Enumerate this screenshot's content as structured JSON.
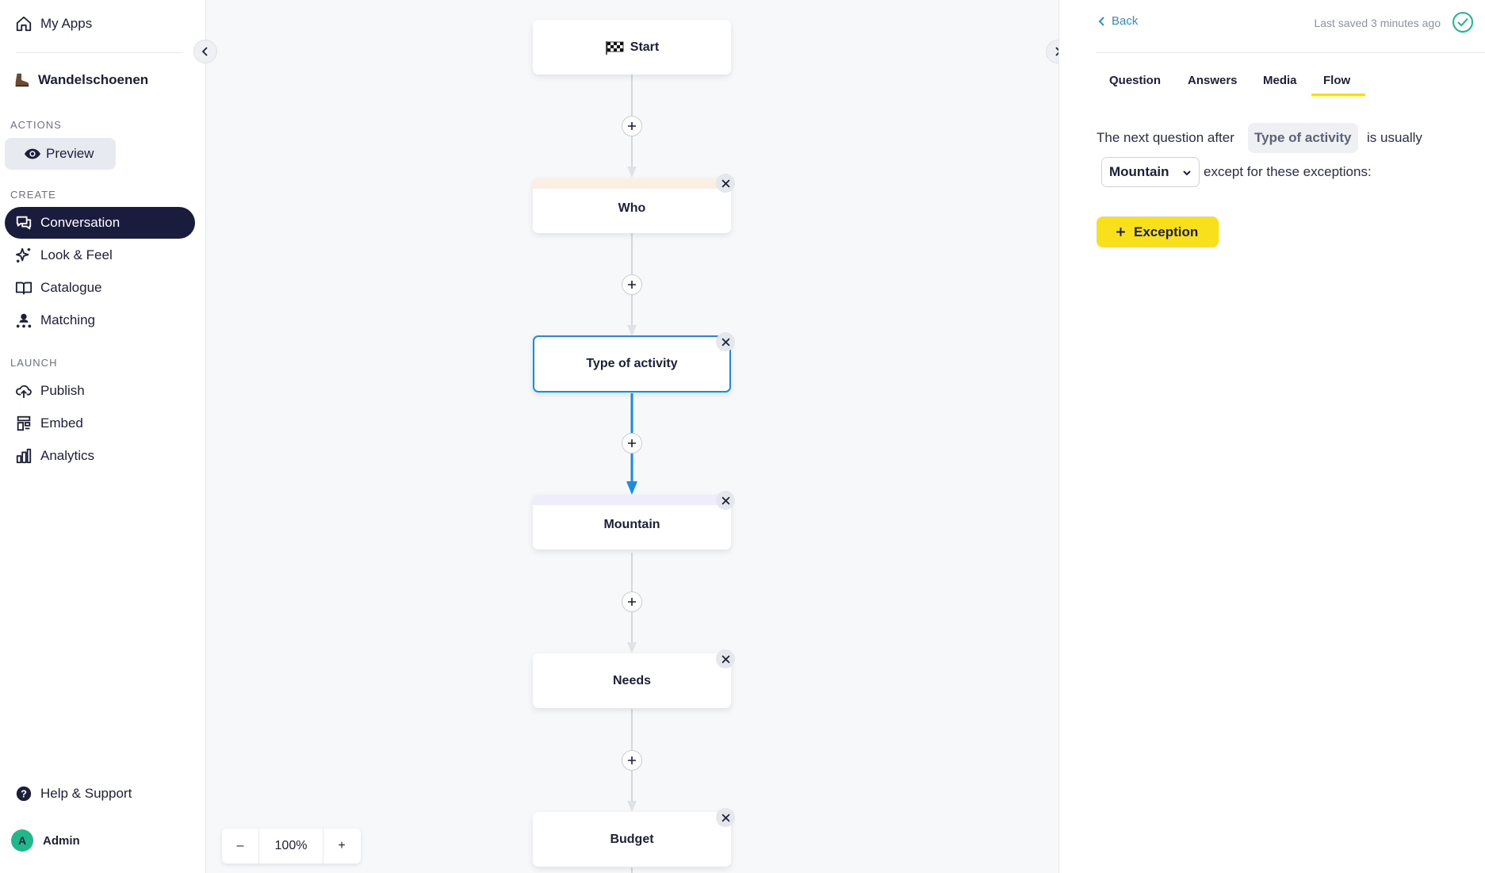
{
  "sidebar": {
    "my_apps": "My Apps",
    "app_name": "Wandelschoenen",
    "sections": {
      "actions": "ACTIONS",
      "create": "CREATE",
      "launch": "LAUNCH"
    },
    "preview_label": "Preview",
    "create_items": [
      {
        "label": "Conversation",
        "icon": "chat-icon",
        "active": true
      },
      {
        "label": "Look & Feel",
        "icon": "sparkle-icon"
      },
      {
        "label": "Catalogue",
        "icon": "book-icon"
      },
      {
        "label": "Matching",
        "icon": "matching-icon"
      }
    ],
    "launch_items": [
      {
        "label": "Publish",
        "icon": "upload-cloud-icon"
      },
      {
        "label": "Embed",
        "icon": "embed-icon"
      },
      {
        "label": "Analytics",
        "icon": "bar-chart-icon"
      }
    ],
    "help_label": "Help & Support",
    "user": {
      "initial": "A",
      "name": "Admin"
    }
  },
  "canvas": {
    "nodes": [
      {
        "label": "Start",
        "icon": "checkered-flag-icon"
      },
      {
        "label": "Who",
        "band": "#fdeee2"
      },
      {
        "label": "Type of activity",
        "selected": true
      },
      {
        "label": "Mountain",
        "band": "#efecfb"
      },
      {
        "label": "Needs"
      },
      {
        "label": "Budget"
      }
    ],
    "zoom": {
      "minus": "–",
      "value": "100%",
      "plus": "+"
    }
  },
  "panel": {
    "back_label": "Back",
    "last_saved": "Last saved 3 minutes ago",
    "tabs": [
      "Question",
      "Answers",
      "Media",
      "Flow"
    ],
    "active_tab": "Flow",
    "flow": {
      "prefix": "The next question after",
      "current_question": "Type of activity",
      "suffix": "is usually",
      "next_question": "Mountain",
      "exceptions_text": "except for these exceptions:",
      "exception_button": "Exception"
    }
  },
  "colors": {
    "accent": "#1a8ce8",
    "active_nav": "#1a1c3d",
    "exception_button": "#f8e01a",
    "saved_check": "#1fb88a"
  }
}
